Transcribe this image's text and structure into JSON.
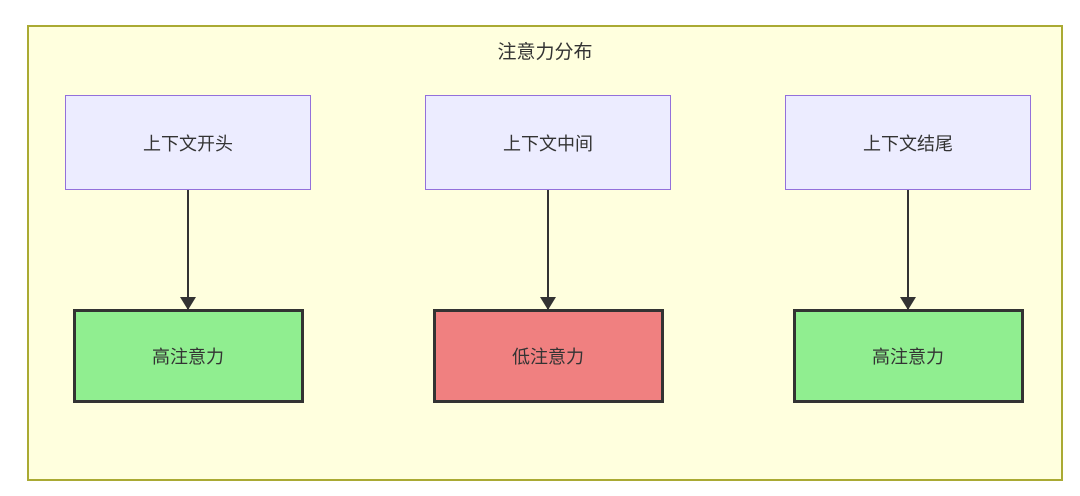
{
  "title": "注意力分布",
  "colors": {
    "container_background": "#ffffde",
    "container_border": "#aaaa33",
    "source_node_fill": "#ececff",
    "source_node_border": "#9370db",
    "high_attention_fill": "#90ee90",
    "low_attention_fill": "#f08080",
    "result_node_border": "#333333",
    "arrow": "#333333",
    "text": "#333333"
  },
  "columns": [
    {
      "source": "上下文开头",
      "result": "高注意力",
      "level": "high"
    },
    {
      "source": "上下文中间",
      "result": "低注意力",
      "level": "low"
    },
    {
      "source": "上下文结尾",
      "result": "高注意力",
      "level": "high"
    }
  ]
}
